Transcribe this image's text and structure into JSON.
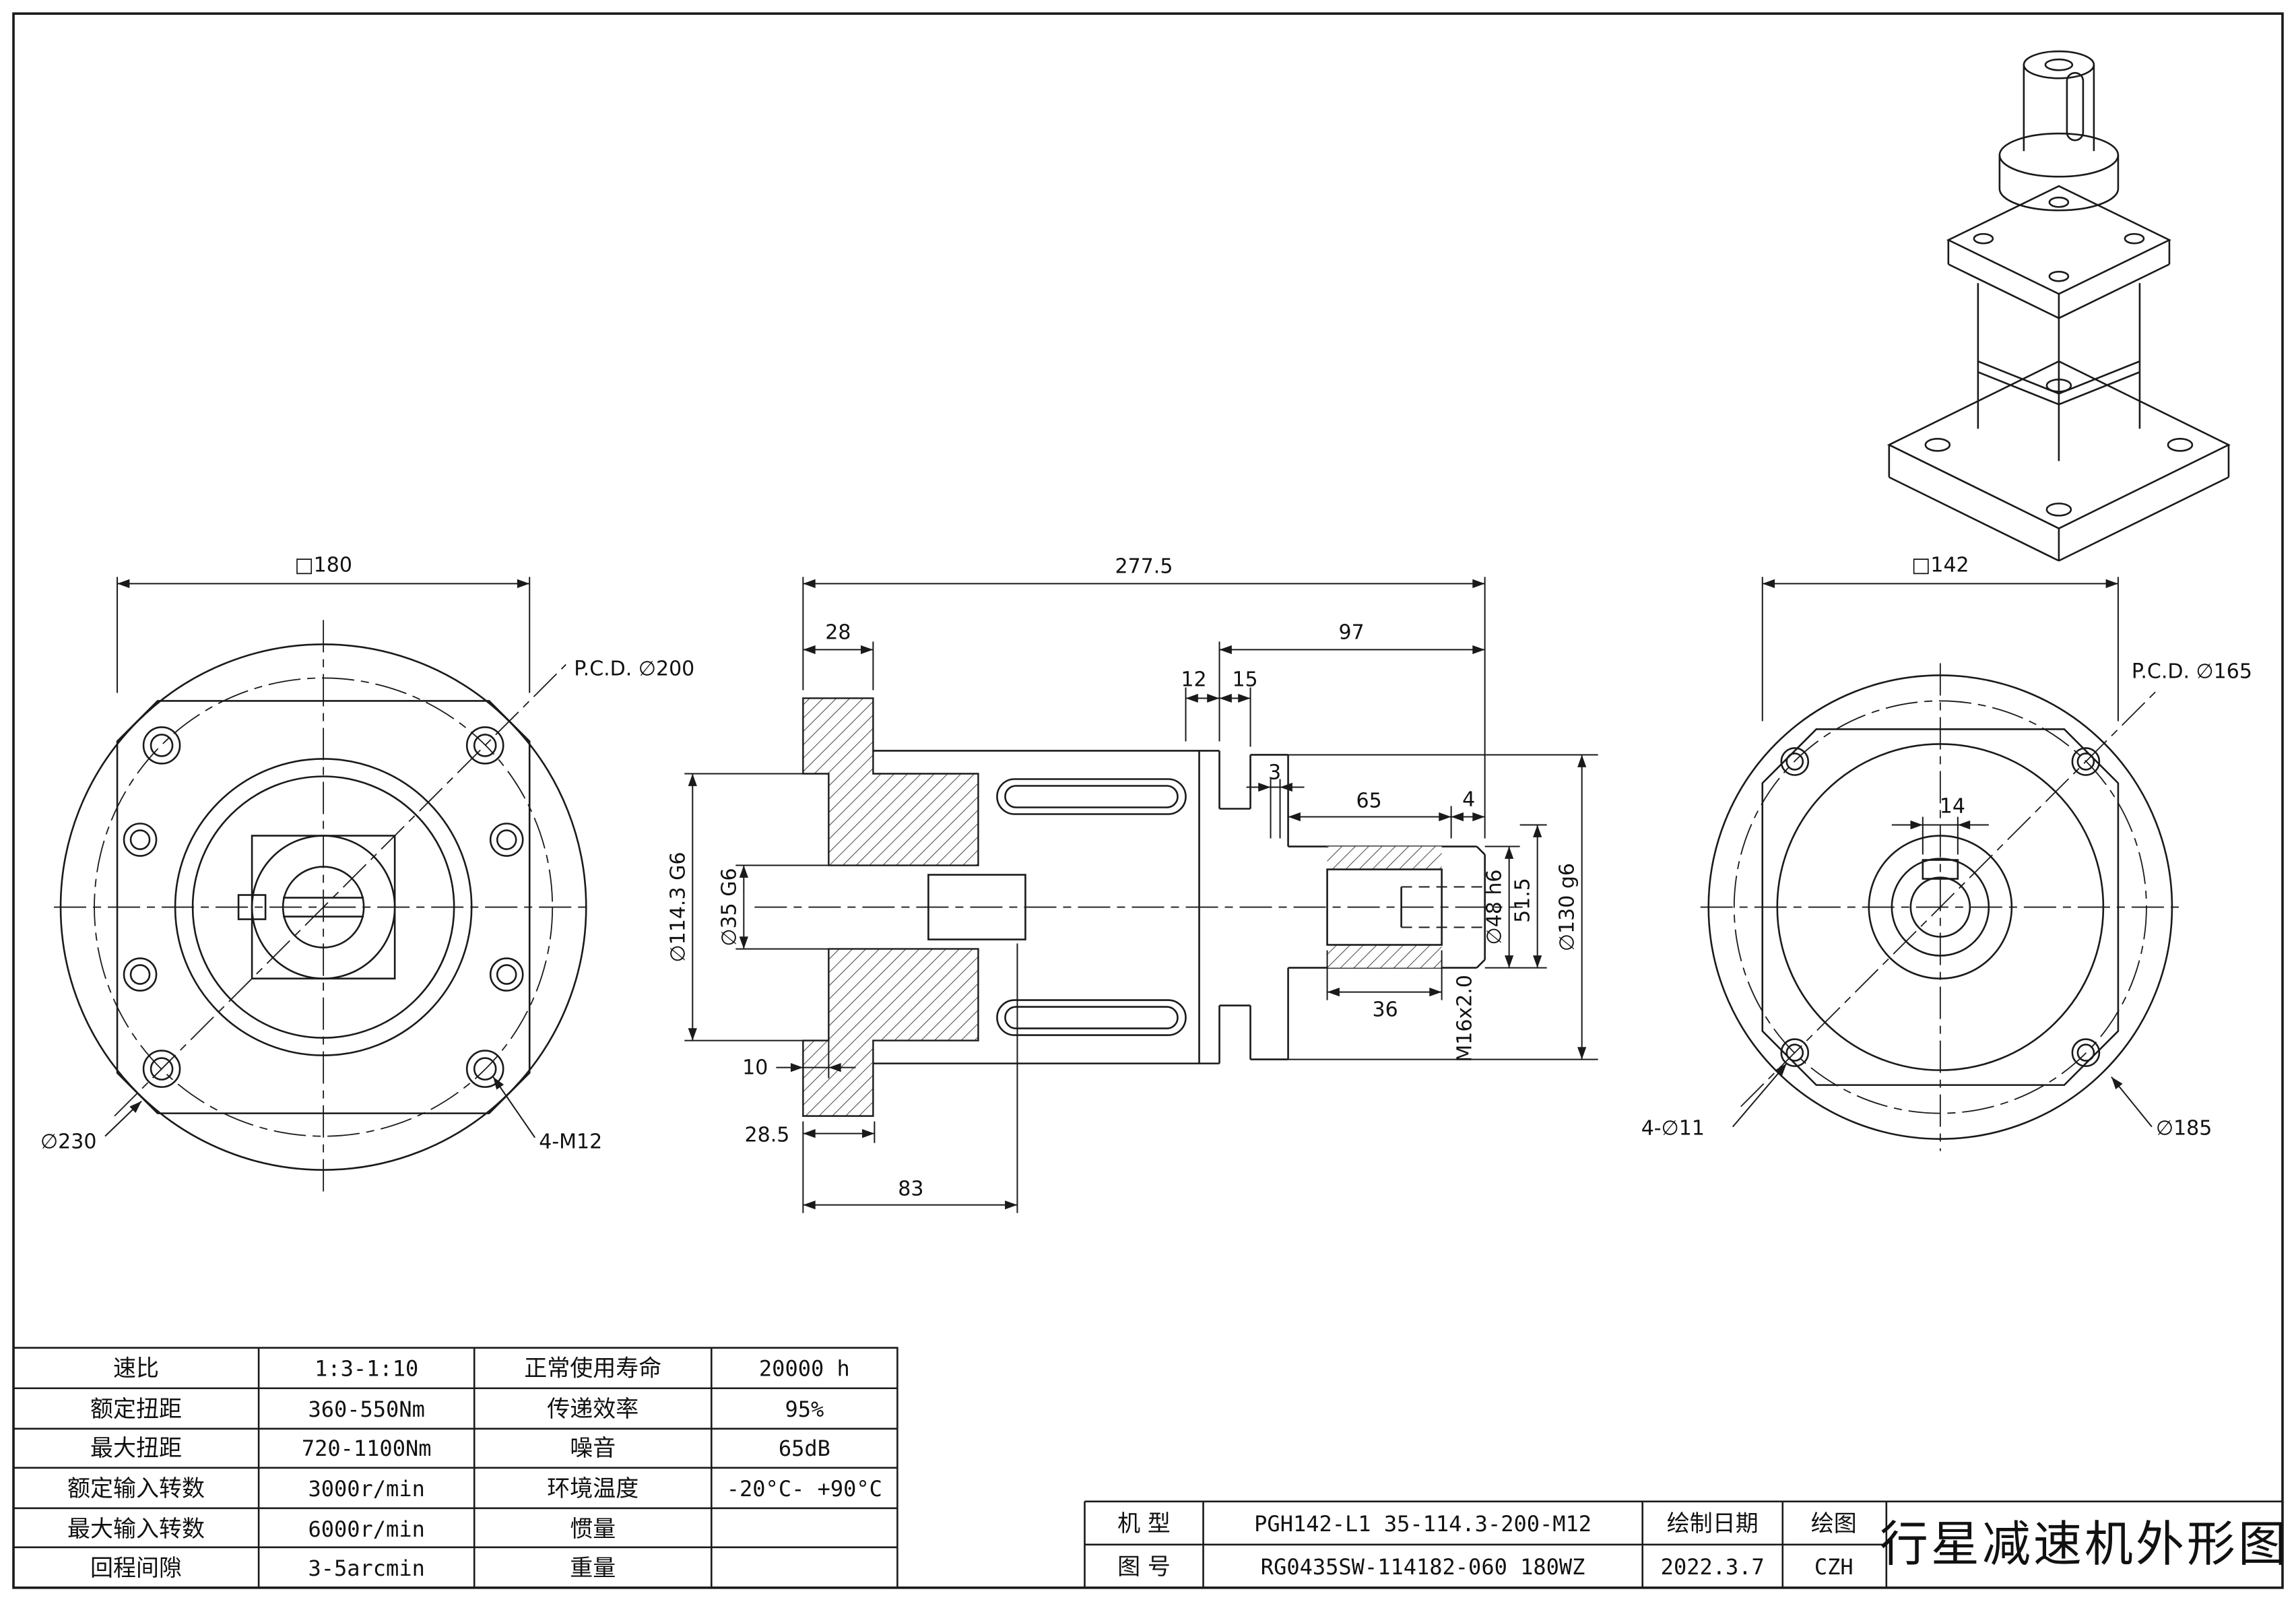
{
  "colors": {
    "background": "#ffffff",
    "line": "#1a1a1a"
  },
  "views": {
    "front": {
      "dim_square": "□180",
      "pcd_label": "P.C.D. ∅200",
      "dia_outer": "∅230",
      "holes": "4-M12"
    },
    "section": {
      "dim_total": "277.5",
      "dim_flange": "28",
      "dim_right": "97",
      "dim_12": "12",
      "dim_15": "15",
      "dim_3": "3",
      "dim_65": "65",
      "dim_4": "4",
      "dia_spigot": "∅114.3 G6",
      "dia_bore": "∅35 G6",
      "dim_10": "10",
      "dim_285": "28.5",
      "dim_83": "83",
      "dia_shaft": "∅48 h6",
      "dim_515": "51.5",
      "dia_boss": "∅130 g6",
      "dim_36": "36",
      "thread": "M16x2.0"
    },
    "rear": {
      "dim_square": "□142",
      "pcd_label": "P.C.D. ∅165",
      "dim_14": "14",
      "holes": "4-∅11",
      "dia_outer": "∅185"
    }
  },
  "spec_table": {
    "rows": [
      [
        "速比",
        "1:3-1:10",
        "正常使用寿命",
        "20000 h"
      ],
      [
        "额定扭距",
        "360-550Nm",
        "传递效率",
        "95%"
      ],
      [
        "最大扭距",
        "720-1100Nm",
        "噪音",
        "65dB"
      ],
      [
        "额定输入转数",
        "3000r/min",
        "环境温度",
        "-20°C- +90°C"
      ],
      [
        "最大输入转数",
        "6000r/min",
        "惯量",
        ""
      ],
      [
        "回程间隙",
        "3-5arcmin",
        "重量",
        ""
      ]
    ]
  },
  "title_block": {
    "model_label": "机 型",
    "model_value": "PGH142-L1 35-114.3-200-M12",
    "drawno_label": "图 号",
    "drawno_value": "RG0435SW-114182-060 180WZ",
    "date_label": "绘制日期",
    "date_value": "2022.3.7",
    "drawn_label": "绘图",
    "drawn_value": "CZH",
    "title": "行星减速机外形图"
  }
}
